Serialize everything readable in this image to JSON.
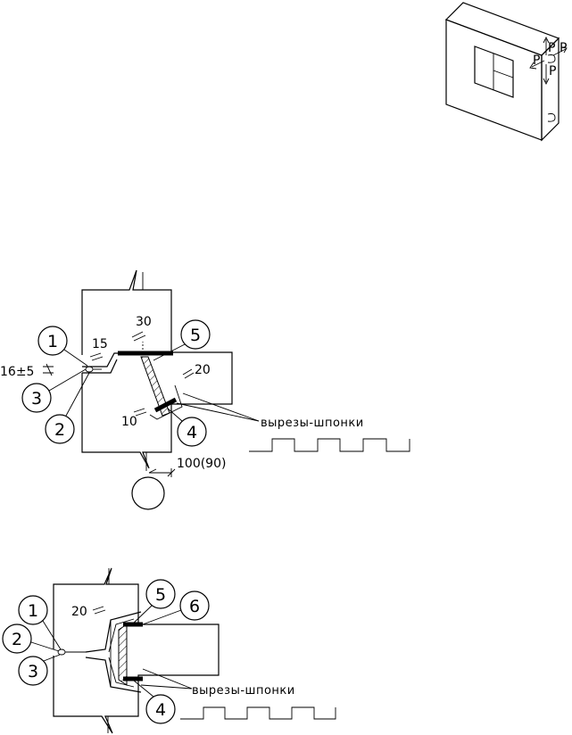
{
  "panel": {
    "load_label": "P"
  },
  "detail1": {
    "callouts": {
      "c1": "1",
      "c2": "2",
      "c3": "3",
      "c4": "4",
      "c5": "5"
    },
    "dims": {
      "gap": "16±5",
      "d15": "15",
      "d30": "30",
      "d20": "20",
      "d10": "10",
      "d100": "100(90)"
    },
    "keys_label": "вырезы-шпонки"
  },
  "detail2": {
    "callouts": {
      "c1": "1",
      "c2": "2",
      "c3": "3",
      "c4": "4",
      "c5": "5",
      "c6": "6"
    },
    "dims": {
      "d20": "20"
    },
    "keys_label": "вырезы-шпонки"
  }
}
